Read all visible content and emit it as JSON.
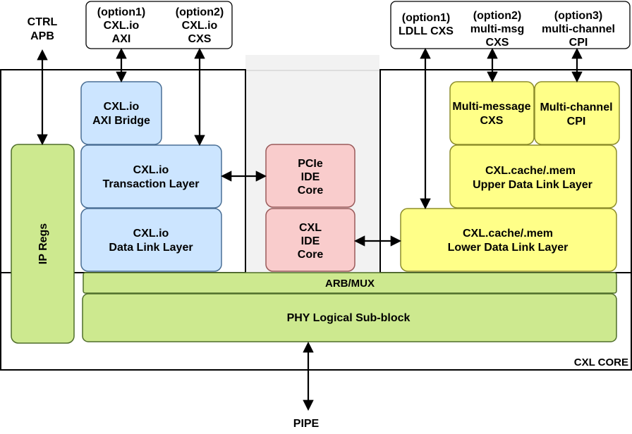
{
  "colors": {
    "blue_fill": "#cce5ff",
    "blue_stroke": "#4a6f95",
    "green_fill": "#cde98f",
    "green_stroke": "#4f6e2a",
    "pink_fill": "#f9cccc",
    "pink_stroke": "#9a5a5a",
    "yellow_fill": "#ffff88",
    "yellow_stroke": "#8d8d2a",
    "gray_fill": "#f2f2f2",
    "line": "#000000"
  },
  "labels": {
    "ctrl_apb": [
      "CTRL",
      "APB"
    ],
    "pipe": "PIPE",
    "cxl_core": "CXL CORE",
    "left_options": {
      "opt1": [
        "(option1)",
        "CXL.io",
        "AXI"
      ],
      "opt2": [
        "(option2)",
        "CXL.io",
        "CXS"
      ]
    },
    "right_options": {
      "opt1": [
        "(option1)",
        "LDLL CXS"
      ],
      "opt2": [
        "(option2)",
        "multi-msg",
        "CXS"
      ],
      "opt3": [
        "(option3)",
        "multi-channel",
        "CPI"
      ]
    },
    "blocks": {
      "ip_regs": "IP Regs",
      "axi_bridge": [
        "CXL.io",
        "AXI Bridge"
      ],
      "io_tl": [
        "CXL.io",
        "Transaction Layer"
      ],
      "io_dll": [
        "CXL.io",
        "Data Link Layer"
      ],
      "pcie_ide": [
        "PCIe",
        "IDE",
        "Core"
      ],
      "cxl_ide": [
        "CXL",
        "IDE",
        "Core"
      ],
      "mm_cxs": [
        "Multi-message",
        "CXS"
      ],
      "mc_cpi": [
        "Multi-channel",
        "CPI"
      ],
      "udll": [
        "CXL.cache/.mem",
        "Upper Data Link Layer"
      ],
      "ldll": [
        "CXL.cache/.mem",
        "Lower Data Link Layer"
      ],
      "arb_mux": "ARB/MUX",
      "phy": "PHY Logical Sub-block"
    }
  }
}
